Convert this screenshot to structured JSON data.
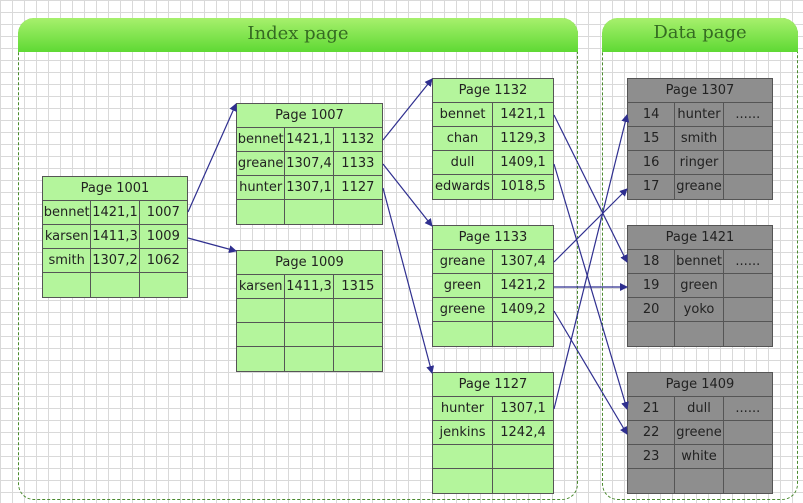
{
  "panels": {
    "index_title": "Index page",
    "data_title": "Data page"
  },
  "index_pages": {
    "p1001": {
      "title": "Page 1001",
      "rows": [
        [
          "bennet",
          "1421,1",
          "1007"
        ],
        [
          "karsen",
          "1411,3",
          "1009"
        ],
        [
          "smith",
          "1307,2",
          "1062"
        ],
        [
          "",
          "",
          ""
        ]
      ]
    },
    "p1007": {
      "title": "Page 1007",
      "rows": [
        [
          "bennet",
          "1421,1",
          "1132"
        ],
        [
          "greane",
          "1307,4",
          "1133"
        ],
        [
          "hunter",
          "1307,1",
          "1127"
        ],
        [
          "",
          "",
          ""
        ]
      ]
    },
    "p1009": {
      "title": "Page 1009",
      "rows": [
        [
          "karsen",
          "1411,3",
          "1315"
        ],
        [
          "",
          "",
          ""
        ],
        [
          "",
          "",
          ""
        ],
        [
          "",
          "",
          ""
        ]
      ]
    },
    "p1132": {
      "title": "Page 1132",
      "rows": [
        [
          "bennet",
          "1421,1"
        ],
        [
          "chan",
          "1129,3"
        ],
        [
          "dull",
          "1409,1"
        ],
        [
          "edwards",
          "1018,5"
        ]
      ]
    },
    "p1133": {
      "title": "Page 1133",
      "rows": [
        [
          "greane",
          "1307,4"
        ],
        [
          "green",
          "1421,2"
        ],
        [
          "greene",
          "1409,2"
        ],
        [
          "",
          ""
        ]
      ]
    },
    "p1127": {
      "title": "Page 1127",
      "rows": [
        [
          "hunter",
          "1307,1"
        ],
        [
          "jenkins",
          "1242,4"
        ],
        [
          "",
          ""
        ],
        [
          "",
          ""
        ]
      ]
    }
  },
  "data_pages": {
    "p1307": {
      "title": "Page 1307",
      "rows": [
        [
          "14",
          "hunter",
          "......"
        ],
        [
          "15",
          "smith",
          ""
        ],
        [
          "16",
          "ringer",
          ""
        ],
        [
          "17",
          "greane",
          ""
        ]
      ]
    },
    "p1421": {
      "title": "Page 1421",
      "rows": [
        [
          "18",
          "bennet",
          "......"
        ],
        [
          "19",
          "green",
          ""
        ],
        [
          "20",
          "yoko",
          ""
        ]
      ]
    },
    "p1409": {
      "title": "Page 1409",
      "rows": [
        [
          "21",
          "dull",
          "......"
        ],
        [
          "22",
          "greene",
          ""
        ],
        [
          "23",
          "white",
          ""
        ]
      ]
    }
  },
  "colors": {
    "index_cell": "#b4f59c",
    "data_cell": "#8e8e8e",
    "arrow": "#2f2f8f",
    "header": "#5fd934"
  }
}
